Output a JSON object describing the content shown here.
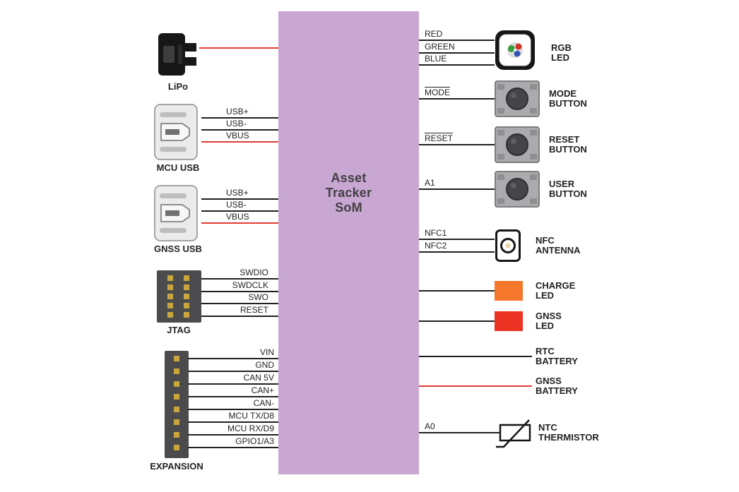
{
  "colors": {
    "background": "#ffffff",
    "som_fill": "#c9a7d3",
    "som_text": "#414042",
    "wire": "#231f20",
    "wire_red": "#e03c31",
    "charge_led": "#f4772b",
    "gnss_led": "#ea3323",
    "text": "#231f20"
  },
  "som": {
    "title_lines": [
      "Asset",
      "Tracker",
      "SoM"
    ]
  },
  "left": [
    {
      "label": "LiPo",
      "pins": []
    },
    {
      "label": "MCU USB",
      "pins": [
        "USB+",
        "USB-",
        "VBUS"
      ]
    },
    {
      "label": "GNSS USB",
      "pins": [
        "USB+",
        "USB-",
        "VBUS"
      ]
    },
    {
      "label": "JTAG",
      "pins": [
        "SWDIO",
        "SWDCLK",
        "SWO",
        "RESET"
      ]
    },
    {
      "label": "EXPANSION",
      "pins": [
        "VIN",
        "GND",
        "CAN 5V",
        "CAN+",
        "CAN-",
        "MCU TX/D8",
        "MCU RX/D9",
        "GPIO1/A3"
      ]
    }
  ],
  "right": [
    {
      "name": [
        "RGB",
        "LED"
      ],
      "pins": [
        "RED",
        "GREEN",
        "BLUE"
      ]
    },
    {
      "name": [
        "MODE",
        "BUTTON"
      ],
      "pins": [
        "MODE"
      ]
    },
    {
      "name": [
        "RESET",
        "BUTTON"
      ],
      "pins": [
        "RESET"
      ]
    },
    {
      "name": [
        "USER",
        "BUTTON"
      ],
      "pins": [
        "A1"
      ]
    },
    {
      "name": [
        "NFC",
        "ANTENNA"
      ],
      "pins": [
        "NFC1",
        "NFC2"
      ]
    },
    {
      "name": [
        "CHARGE",
        "LED"
      ],
      "pins": []
    },
    {
      "name": [
        "GNSS",
        "LED"
      ],
      "pins": []
    },
    {
      "name": [
        "RTC",
        "BATTERY"
      ],
      "pins": []
    },
    {
      "name": [
        "GNSS",
        "BATTERY"
      ],
      "pins": []
    },
    {
      "name": [
        "NTC",
        "THERMISTOR"
      ],
      "pins": [
        "A0"
      ]
    }
  ]
}
